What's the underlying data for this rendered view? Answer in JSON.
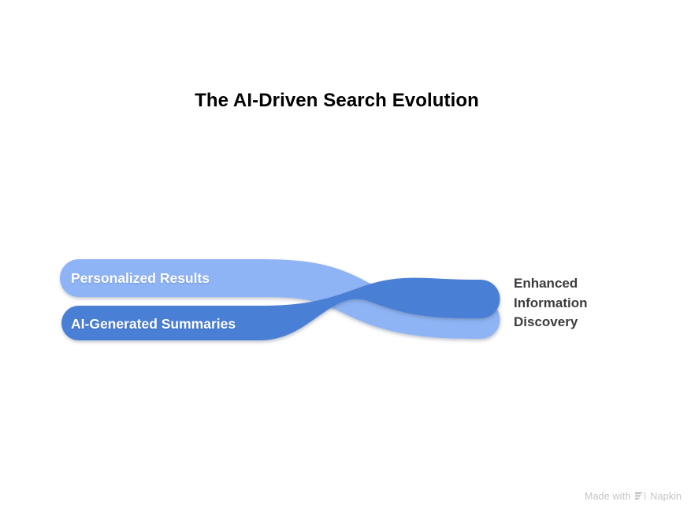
{
  "diagram": {
    "title": "The AI-Driven Search Evolution",
    "type": "converging-flow",
    "background_color": "#ffffff",
    "inputs": [
      {
        "label": "Personalized Results",
        "color": "#8fb4f5",
        "text_color": "#ffffff",
        "position": "top-left",
        "ends_at": "bottom-right"
      },
      {
        "label": "AI-Generated Summaries",
        "color": "#4a7fd4",
        "text_color": "#ffffff",
        "position": "bottom-left",
        "ends_at": "top-right"
      }
    ],
    "outcome": {
      "lines": [
        "Enhanced",
        "Information",
        "Discovery"
      ],
      "text_color": "#3c3c3c"
    }
  },
  "watermark": {
    "prefix": "Made with",
    "brand": "Napkin",
    "logo_icon": "napkin-logo-icon",
    "color": "#c4c4c4"
  }
}
